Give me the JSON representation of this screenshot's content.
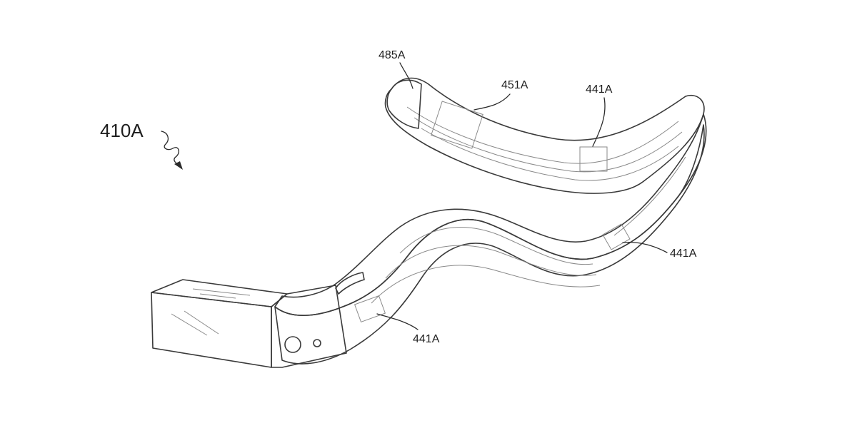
{
  "figure": {
    "main_label": "410A",
    "callouts": {
      "end_piece": "485A",
      "band_component": "451A",
      "sensor_top": "441A",
      "sensor_right": "441A",
      "sensor_bottom": "441A"
    }
  },
  "colors": {
    "ink": "#2a2a2a",
    "shading": "#8a8a8a",
    "background": "#ffffff"
  }
}
